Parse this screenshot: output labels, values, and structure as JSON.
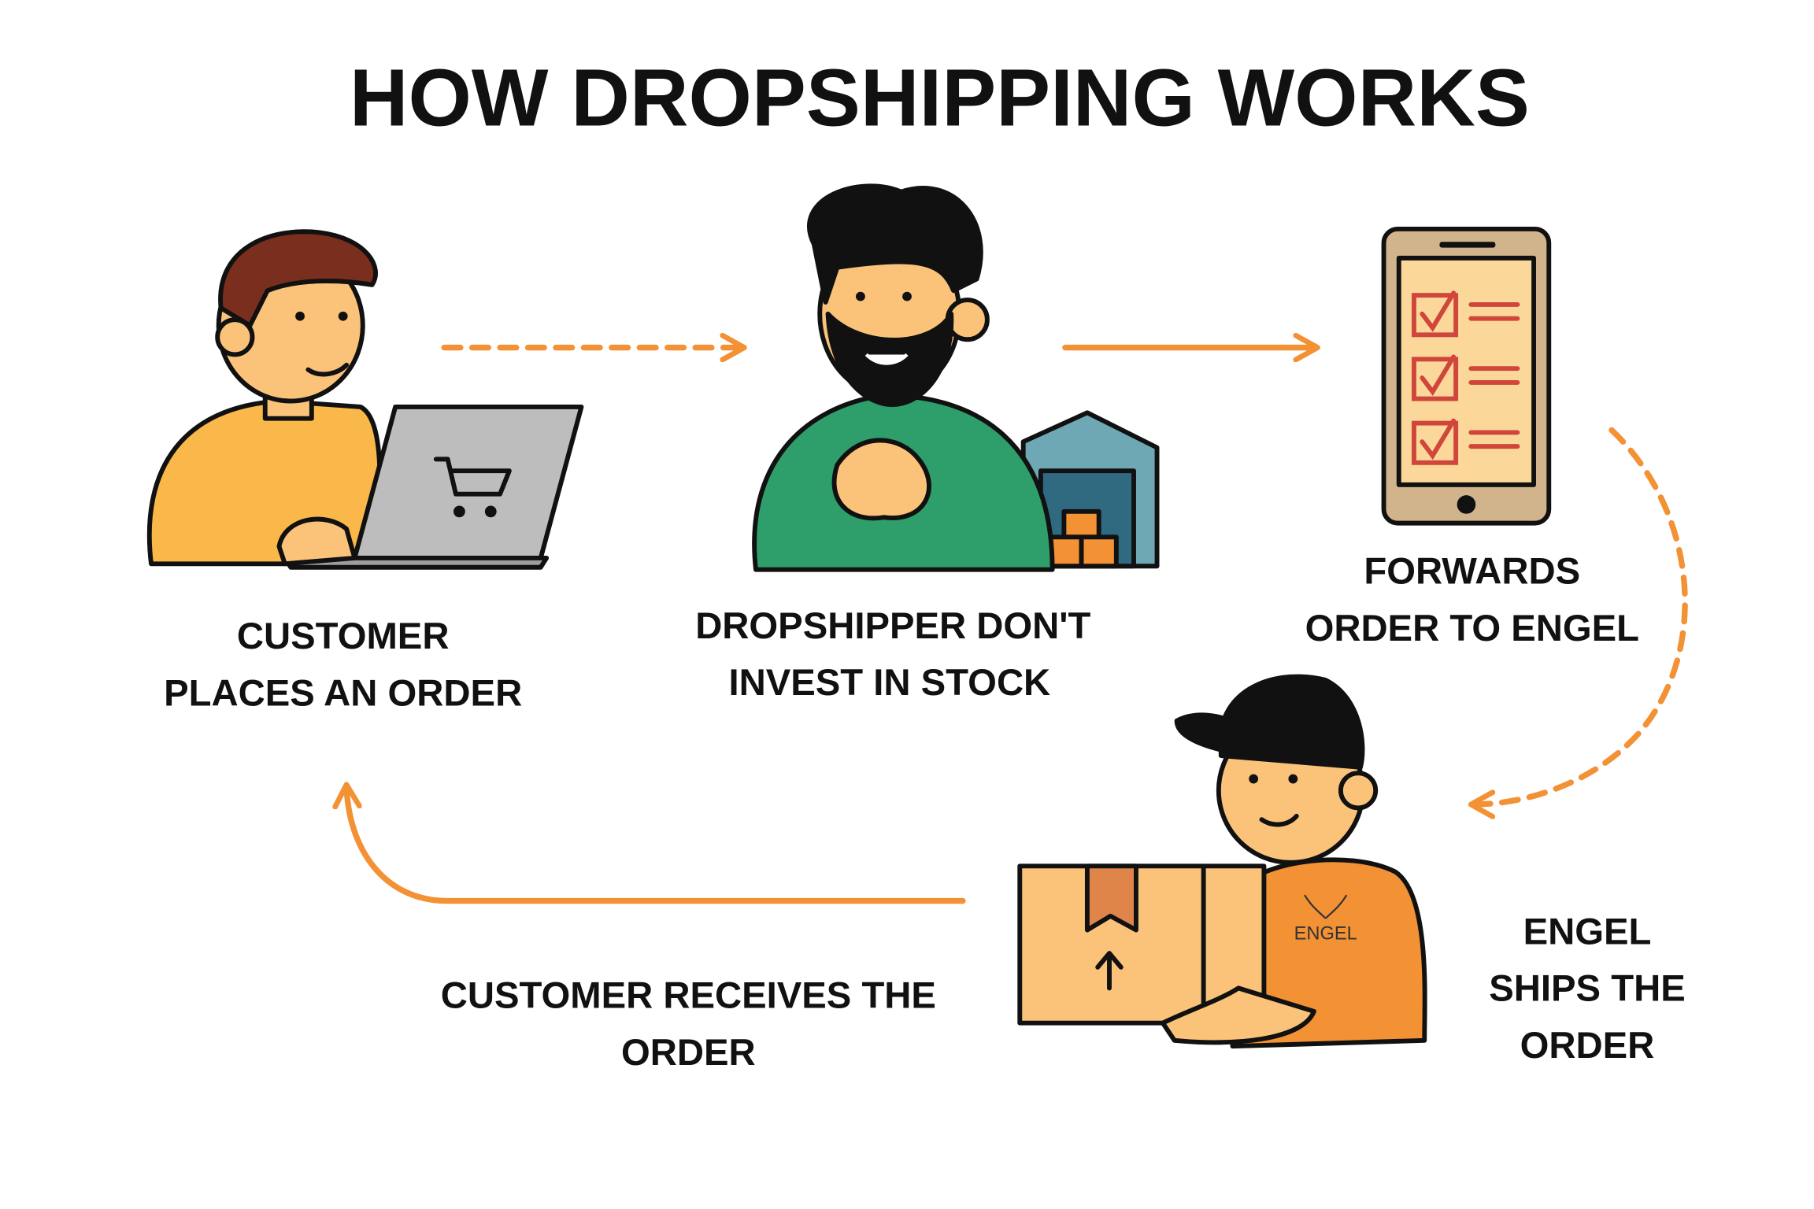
{
  "title": "HOW DROPSHIPPING WORKS",
  "steps": [
    {
      "lines": [
        "CUSTOMER",
        "PLACES AN ORDER"
      ],
      "icon": "customer-laptop-icon"
    },
    {
      "lines": [
        "DROPSHIPPER DON'T",
        "INVEST IN STOCK"
      ],
      "icon": "dropshipper-warehouse-icon"
    },
    {
      "lines": [
        "FORWARDS",
        "ORDER TO ENGEL"
      ],
      "icon": "phone-checklist-icon"
    },
    {
      "lines": [
        "ENGEL",
        "SHIPS THE",
        "ORDER"
      ],
      "icon": "courier-box-icon"
    },
    {
      "lines": [
        "CUSTOMER RECEIVES THE",
        "ORDER"
      ],
      "icon": "return-arrow-icon"
    }
  ],
  "brand_logo_text": "ENGEL",
  "colors": {
    "accent": "#F39135",
    "shirt_yellow": "#FBB84A",
    "shirt_green": "#2E9E6B",
    "skin": "#FBC37A",
    "laptop": "#B8B8B8"
  }
}
